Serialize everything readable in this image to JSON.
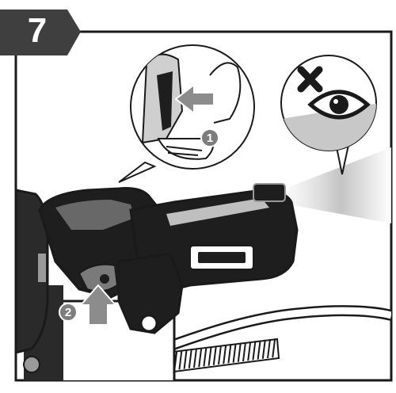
{
  "step": {
    "number": "7"
  },
  "callouts": [
    {
      "number": "1"
    },
    {
      "number": "2"
    }
  ],
  "colors": {
    "step_badge": "#3f3f3f",
    "callout_badge": "#7d7d7d",
    "frame": "#1a1a1a",
    "tool_body": "#1e1e1e",
    "tool_highlight": "#9a9a9a",
    "arrow_fill": "#8c8c8c"
  },
  "icons": {
    "warning_bubble": "no-looking-eye-icon",
    "light_beam": "light-beam"
  }
}
